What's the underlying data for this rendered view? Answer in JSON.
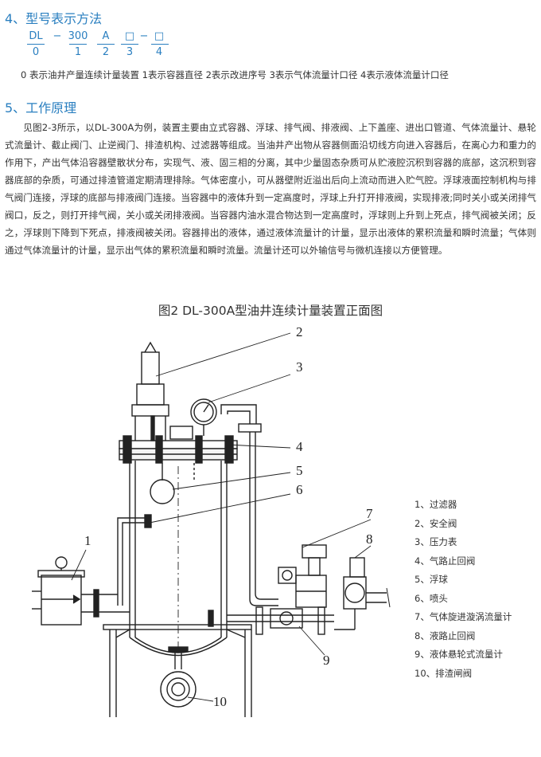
{
  "section4": {
    "title": "4、型号表示方法"
  },
  "model_code": {
    "parts": [
      "DL",
      "300",
      "A",
      "□",
      "□"
    ],
    "separators": [
      "−",
      "−"
    ],
    "indices": [
      "0",
      "1",
      "2",
      "3",
      "4"
    ],
    "legend": "0 表示油井产量连续计量装置  1表示容器直径    2表示改进序号    3表示气体流量计口径    4表示液体流量计口径"
  },
  "section5": {
    "title": "5、工作原理",
    "paragraph": "见图2-3所示，以DL-300A为例，装置主要由立式容器、浮球、排气阀、排液阀、上下盖座、进出口管道、气体流量计、悬轮式流量计、截止阀门、止逆阀门、排渣机构、过滤器等组成。当油井产出物从容器侧面沿切线方向进入容器后，在离心力和重力的作用下，产出气体沿容器壁散状分布，实现气、液、固三相的分离，其中少量固态杂质可从贮液腔沉积到容器的底部，这沉积到容器底部的杂质，可通过排渣管道定期清理排除。气体密度小，可从器壁附近溢出后向上流动而进入贮气腔。浮球液面控制机构与排气阀门连接，浮球的底部与排液阀门连接。当容器中的液体升到一定高度时，浮球上升打开排液阀，实现排液;同时关小或关闭排气阀口，反之，则打开排气阀，关小或关闭排液阀。当容器内油水混合物达到一定高度时，浮球则上升到上死点，排气阀被关闭；反之，浮球则下降到下死点，排液阀被关闭。容器排出的液体，通过液体流量计的计量，显示出液体的累积流量和瞬时流量；气体则通过气体流量计的计量，显示出气体的累积流量和瞬时流量。流量计还可以外输信号与微机连接以方便管理。"
  },
  "figure": {
    "title": "图2  DL-300A型油井连续计量装置正面图",
    "callouts": [
      "1",
      "2",
      "3",
      "4",
      "5",
      "6",
      "7",
      "8",
      "9",
      "10"
    ],
    "legend": [
      "1、过滤器",
      "2、安全阀",
      "3、压力表",
      "4、气路止回阀",
      "5、浮球",
      "6、喷头",
      "7、气体旋进漩涡流量计",
      "8、液路止回阀",
      "9、液体悬轮式流量计",
      "10、排渣闸阀"
    ]
  }
}
